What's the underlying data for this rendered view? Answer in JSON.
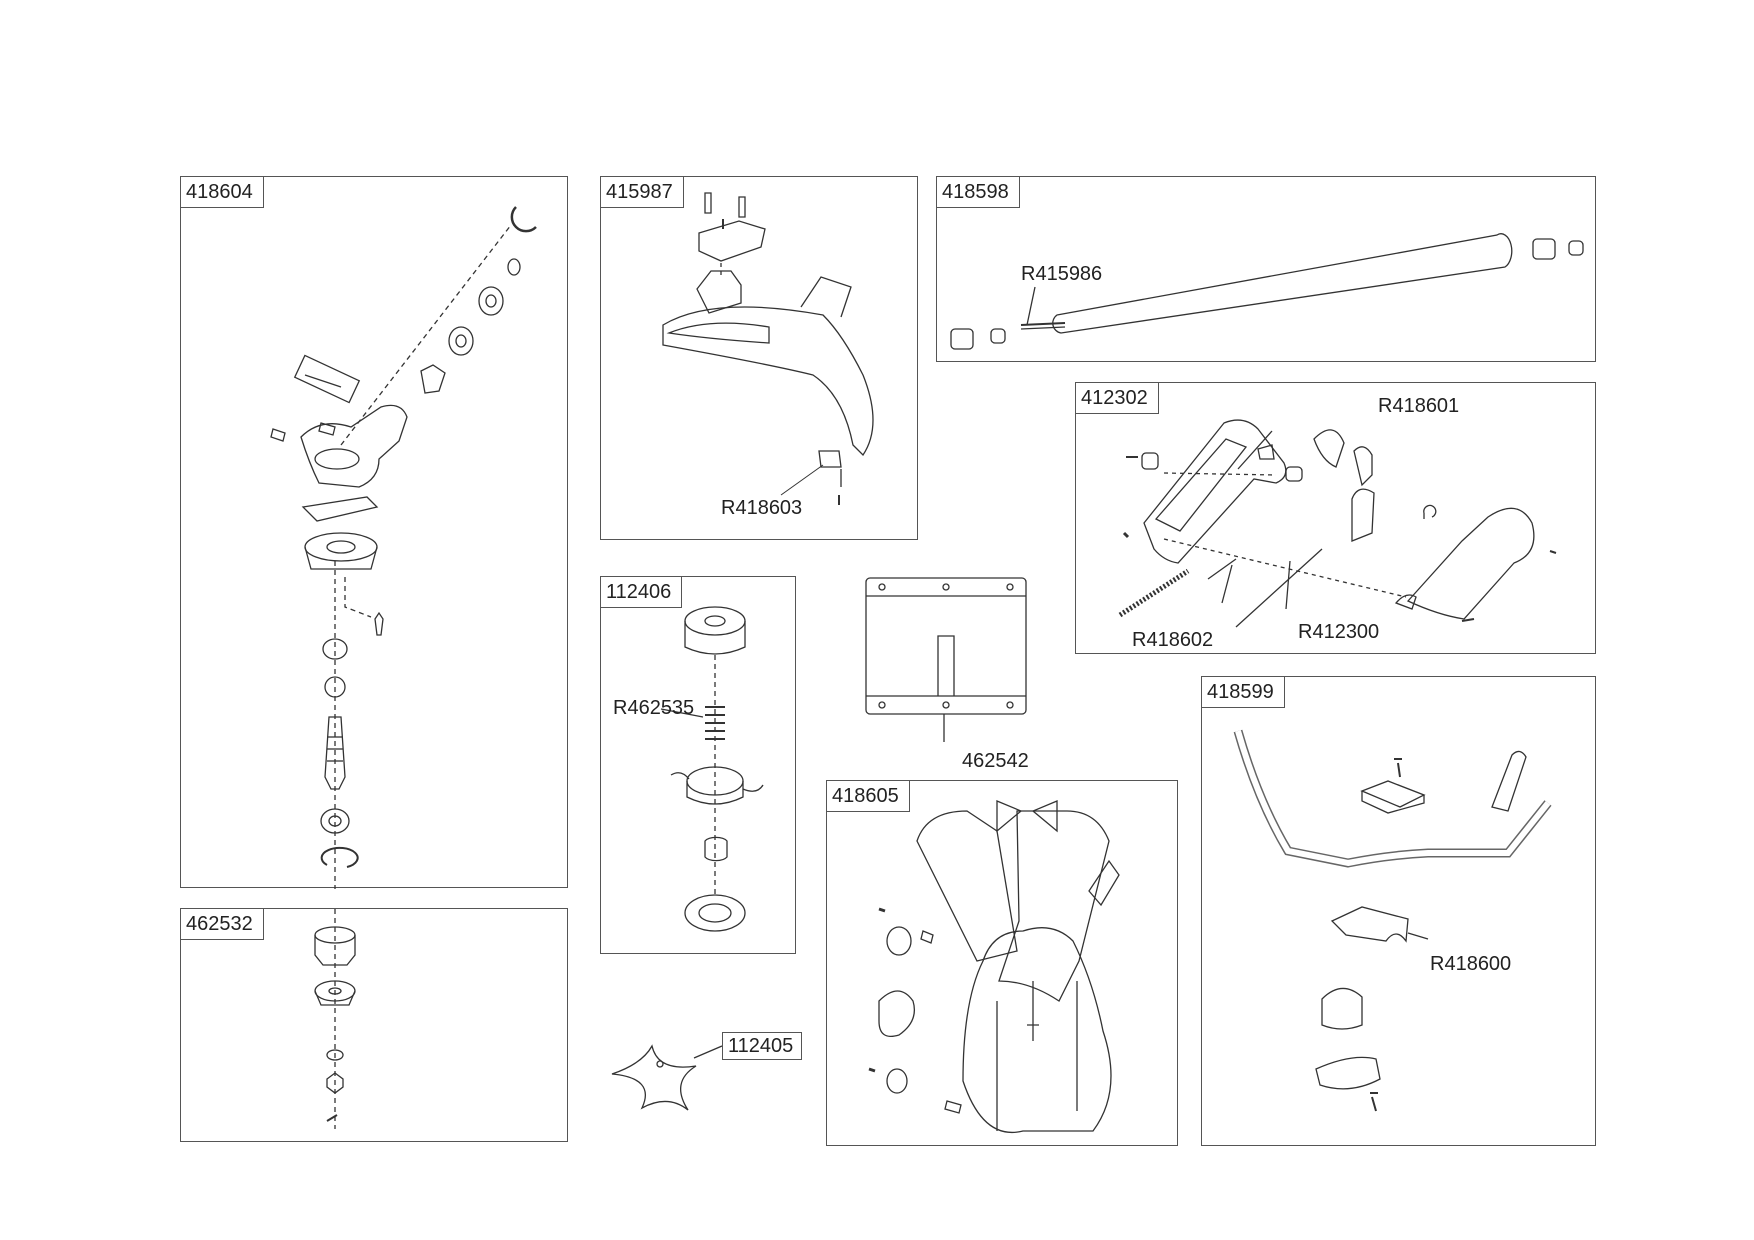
{
  "panels": {
    "p418604": "418604",
    "p415987": "415987",
    "p418598": "418598",
    "p412302": "412302",
    "p112406": "112406",
    "p418605": "418605",
    "p418599": "418599",
    "p462532": "462532"
  },
  "callouts": {
    "r415986": "R415986",
    "r418603": "R418603",
    "r418601": "R418601",
    "r418602": "R418602",
    "r412300": "R412300",
    "r462535": "R462535",
    "p462542": "462542",
    "r418600": "R418600",
    "p112405": "112405"
  }
}
